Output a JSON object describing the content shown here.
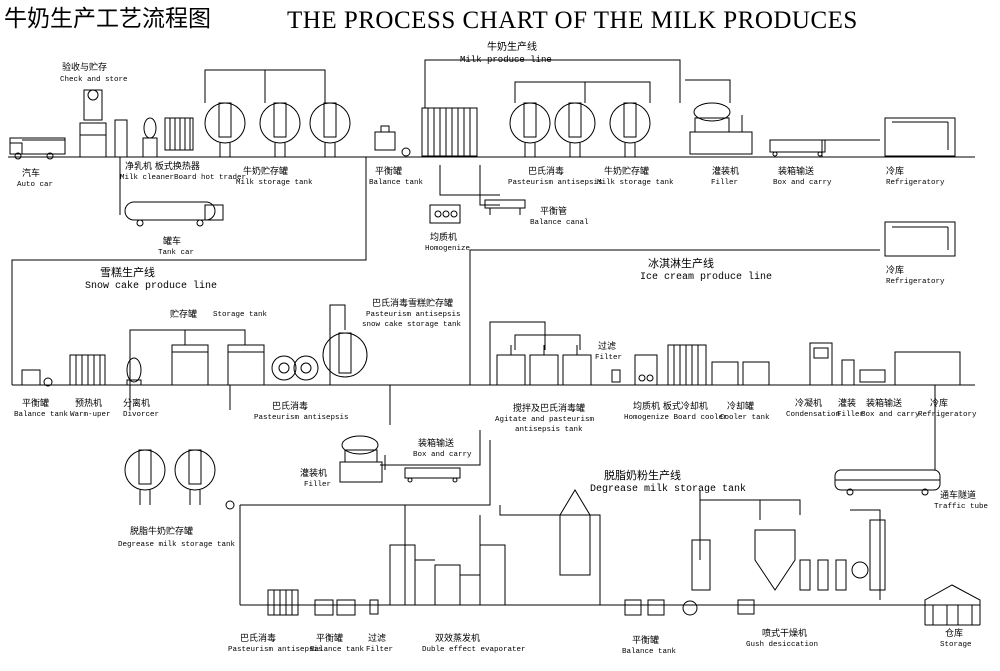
{
  "title": {
    "zh": "牛奶生产工艺流程图",
    "en": "THE PROCESS CHART OF THE MILK PRODUCES"
  },
  "sections": {
    "milk_line": {
      "zh": "牛奶生产线",
      "en": "Milk produce line"
    },
    "snow_cake_line": {
      "zh": "雪糕生产线",
      "en": "Snow cake produce line"
    },
    "ice_cream_line": {
      "zh": "冰淇淋生产线",
      "en": "Ice cream produce line"
    },
    "degrease_line": {
      "zh": "脱脂奶粉生产线",
      "en": "Degrease milk storage tank"
    }
  },
  "labels": {
    "check_store": {
      "zh": "验收与贮存",
      "en": "Check and store"
    },
    "auto_car": {
      "zh": "汽车",
      "en": "Auto car"
    },
    "cleaner_heat_trader": {
      "zh": "净乳机 板式换热器",
      "en": "Milk cleanerBoard hot trader"
    },
    "milk_storage_tank_1": {
      "zh": "牛奶贮存罐",
      "en": "Milk storage tank"
    },
    "tank_car": {
      "zh": "罐车",
      "en": "Tank car"
    },
    "balance_tank_1": {
      "zh": "平衡罐",
      "en": "Balance tank"
    },
    "homogenize_1": {
      "zh": "均质机",
      "en": "Homogenize"
    },
    "balance_canal": {
      "zh": "平衡管",
      "en": "Balance canal"
    },
    "pasteurism_1": {
      "zh": "巴氏消毒",
      "en": "Pasteurism antisepsis"
    },
    "milk_storage_tank_2": {
      "zh": "牛奶贮存罐",
      "en": "Milk storage tank"
    },
    "filler_1": {
      "zh": "灌装机",
      "en": "Filler"
    },
    "box_carry_1": {
      "zh": "装箱输送",
      "en": "Box and carry"
    },
    "refrigeratory_1": {
      "zh": "冷库",
      "en": "Refrigeratory"
    },
    "refrigeratory_2": {
      "zh": "冷库",
      "en": "Refrigeratory"
    },
    "balance_tank_2": {
      "zh": "平衡罐",
      "en": "Balance tank"
    },
    "warm_uper": {
      "zh": "预热机",
      "en": "Warm-uper"
    },
    "divorcer": {
      "zh": "分离机",
      "en": "Divorcer"
    },
    "storage_tank": {
      "zh": "贮存罐",
      "en": "Storage tank"
    },
    "pasteurism_2": {
      "zh": "巴氏消毒",
      "en": "Pasteurism antisepsis"
    },
    "snow_cake_storage": {
      "zh": "巴氏消毒雪糕贮存罐",
      "en1": "Pasteurism antisepsis",
      "en2": "snow cake storage tank"
    },
    "box_carry_2": {
      "zh": "装箱输送",
      "en": "Box and carry"
    },
    "filler_2": {
      "zh": "灌装机",
      "en": "Filler"
    },
    "agitate": {
      "zh": "搅拌及巴氏消毒罐",
      "en1": "Agitate and pasteurism",
      "en2": "antisepsis tank"
    },
    "filter_1": {
      "zh": "过滤",
      "en": "Filter"
    },
    "homogenize_board_cooler": {
      "zh": "均质机 板式冷却机",
      "en": "Homogenize Board cooler"
    },
    "cooler_tank": {
      "zh": "冷却罐",
      "en": "Cooler tank"
    },
    "condensation": {
      "zh": "冷凝机",
      "en": "Condensation"
    },
    "filler_3": {
      "zh": "灌装",
      "en": "Filler"
    },
    "box_carry_3": {
      "zh": "装箱输送",
      "en": "Box and carry"
    },
    "refrigeratory_3": {
      "zh": "冷库",
      "en": "Refrigeratory"
    },
    "traffic_tube": {
      "zh": "通车隧道",
      "en": "Traffic tube"
    },
    "degrease_storage": {
      "zh": "脱脂牛奶贮存罐",
      "en": "Degrease milk storage tank"
    },
    "pasteurism_3": {
      "zh": "巴氏消毒",
      "en": "Pasteurism antisepsis"
    },
    "balance_tank_3": {
      "zh": "平衡罐",
      "en": "Balance tank"
    },
    "filter_2": {
      "zh": "过滤",
      "en": "Filter"
    },
    "evaporator": {
      "zh": "双效蒸发机",
      "en": "Duble effect evaporater"
    },
    "balance_tank_4": {
      "zh": "平衡罐",
      "en": "Balance tank"
    },
    "gush_desiccation": {
      "zh": "喷式干燥机",
      "en": "Gush desiccation"
    },
    "storage": {
      "zh": "仓库",
      "en": "Storage"
    }
  }
}
